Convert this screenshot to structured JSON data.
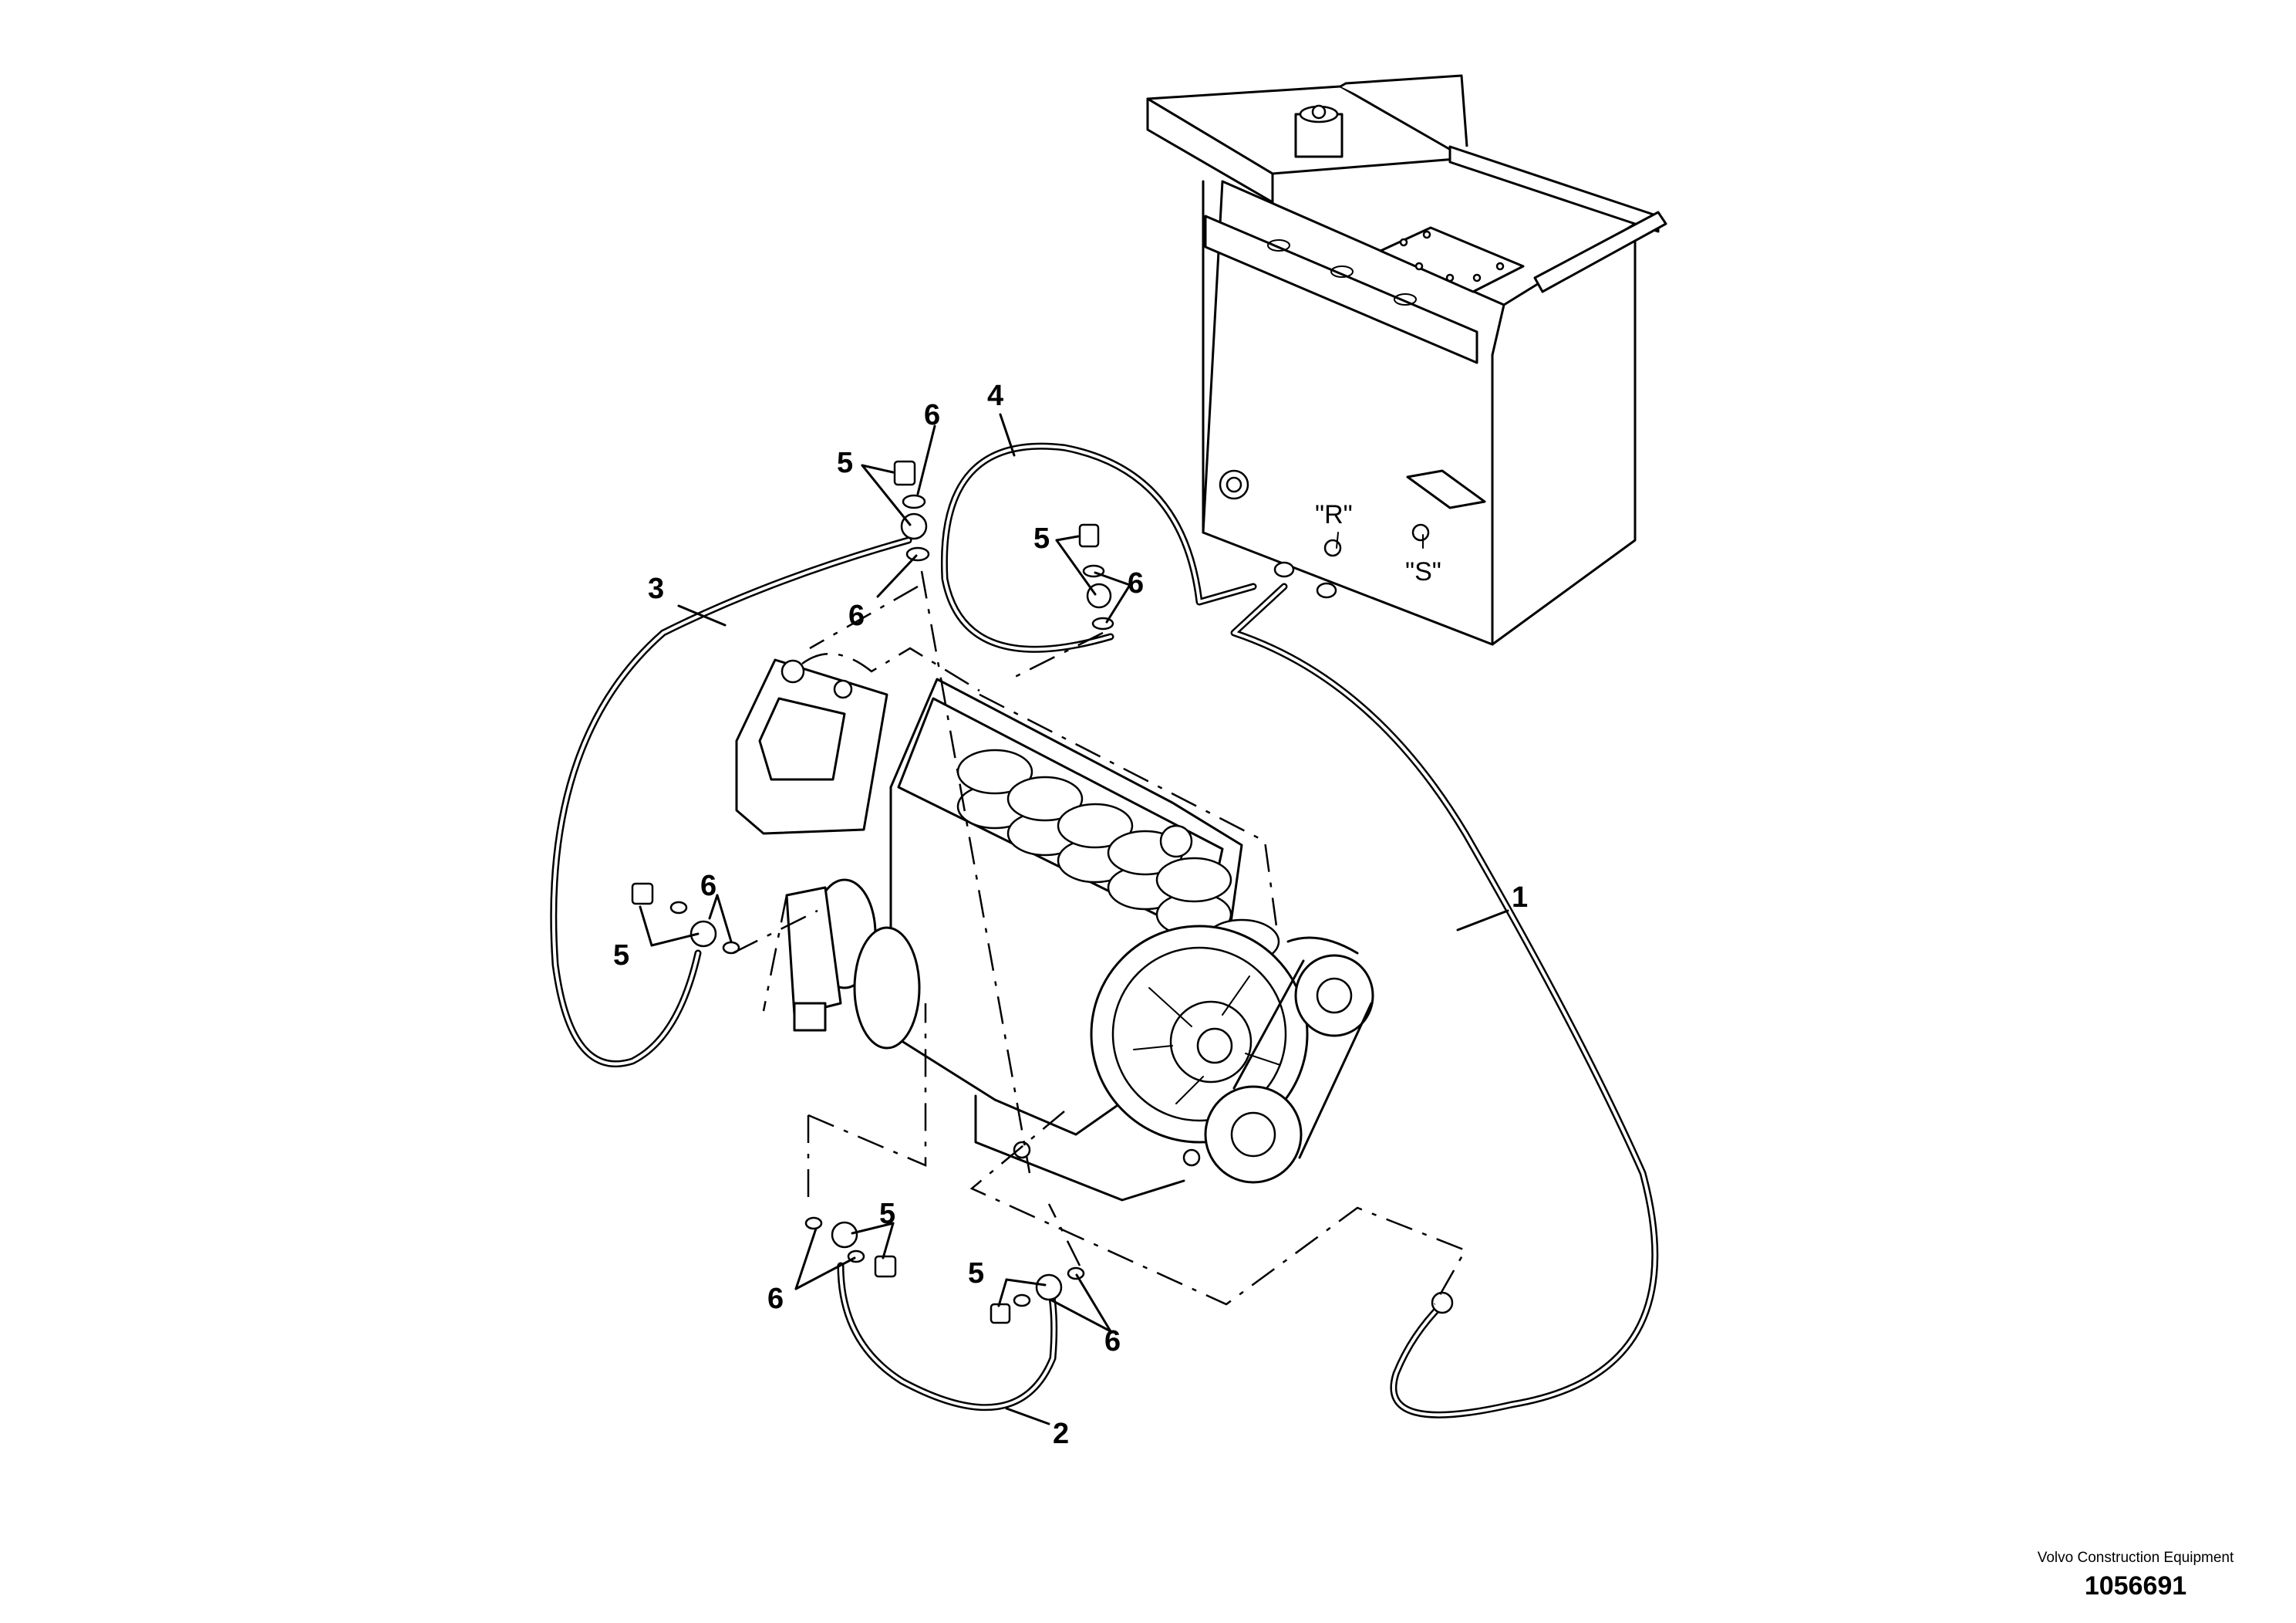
{
  "callouts": {
    "hose_1": "1",
    "hose_2": "2",
    "hose_3": "3",
    "hose_4": "4",
    "screw": "5",
    "washer": "6"
  },
  "ports": {
    "r": "\"R\"",
    "s": "\"S\""
  },
  "footer": {
    "manufacturer": "Volvo Construction Equipment",
    "drawing_number": "1056691"
  }
}
